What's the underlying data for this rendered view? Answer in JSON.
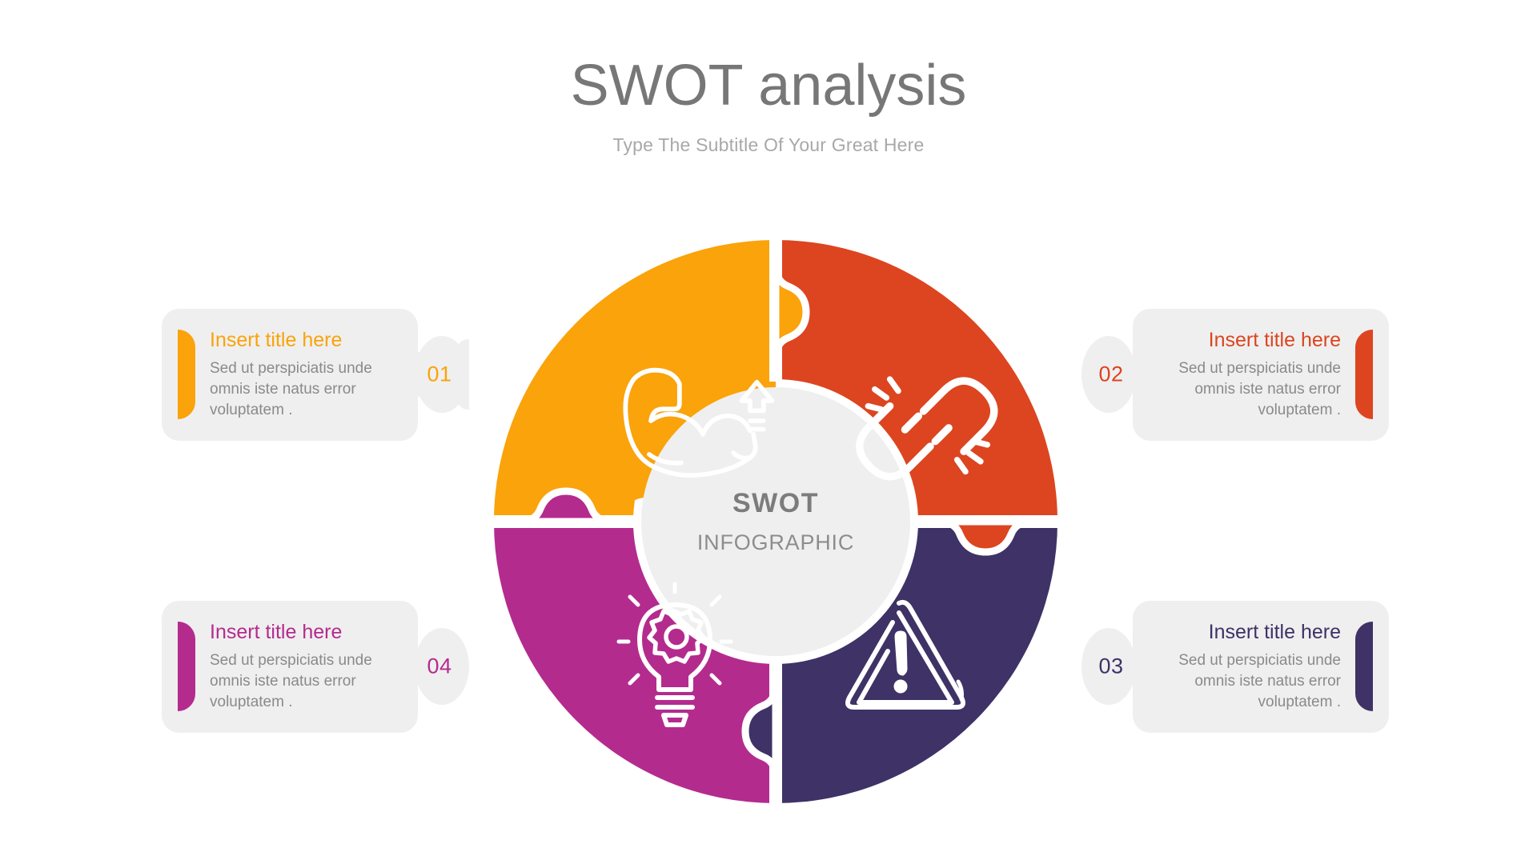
{
  "header": {
    "title": "SWOT analysis",
    "subtitle": "Type The Subtitle Of Your Great Here"
  },
  "hub": {
    "main": "SWOT",
    "sub": "INFOGRAPHIC",
    "fill": "#efefef",
    "text_color": "#7c7c7c"
  },
  "colors": {
    "strength_amber": "#faa30a",
    "weakness_orange": "#dc4520",
    "threat_purple": "#3e3266",
    "opportunity_magenta": "#b42b8e",
    "card_bg": "#efefef",
    "body_text": "#8a8a8a",
    "title_grey": "#777777",
    "subtitle_grey": "#a8a8a8",
    "background": "#ffffff"
  },
  "segments": [
    {
      "key": "strength",
      "icon": "flexed-bicep-arrow-icon",
      "color": "#faa30a",
      "position": "top-left"
    },
    {
      "key": "weakness",
      "icon": "broken-chain-link-icon",
      "color": "#dc4520",
      "position": "top-right"
    },
    {
      "key": "threat",
      "icon": "warning-triangle-icon",
      "color": "#3e3266",
      "position": "bottom-right"
    },
    {
      "key": "opportunity",
      "icon": "lightbulb-gear-icon",
      "color": "#b42b8e",
      "position": "bottom-left"
    }
  ],
  "cards": [
    {
      "number": "01",
      "title": "Insert title here",
      "body": "Sed ut perspiciatis unde omnis iste natus error voluptatem .",
      "color": "#faa30a",
      "side": "left"
    },
    {
      "number": "02",
      "title": "Insert title here",
      "body": "Sed ut perspiciatis unde omnis iste natus error voluptatem .",
      "color": "#dc4520",
      "side": "right"
    },
    {
      "number": "03",
      "title": "Insert title here",
      "body": "Sed ut perspiciatis unde omnis iste natus error voluptatem .",
      "color": "#3e3266",
      "side": "right"
    },
    {
      "number": "04",
      "title": "Insert title here",
      "body": "Sed ut perspiciatis unde omnis iste natus error voluptatem .",
      "color": "#b42b8e",
      "side": "left"
    }
  ]
}
